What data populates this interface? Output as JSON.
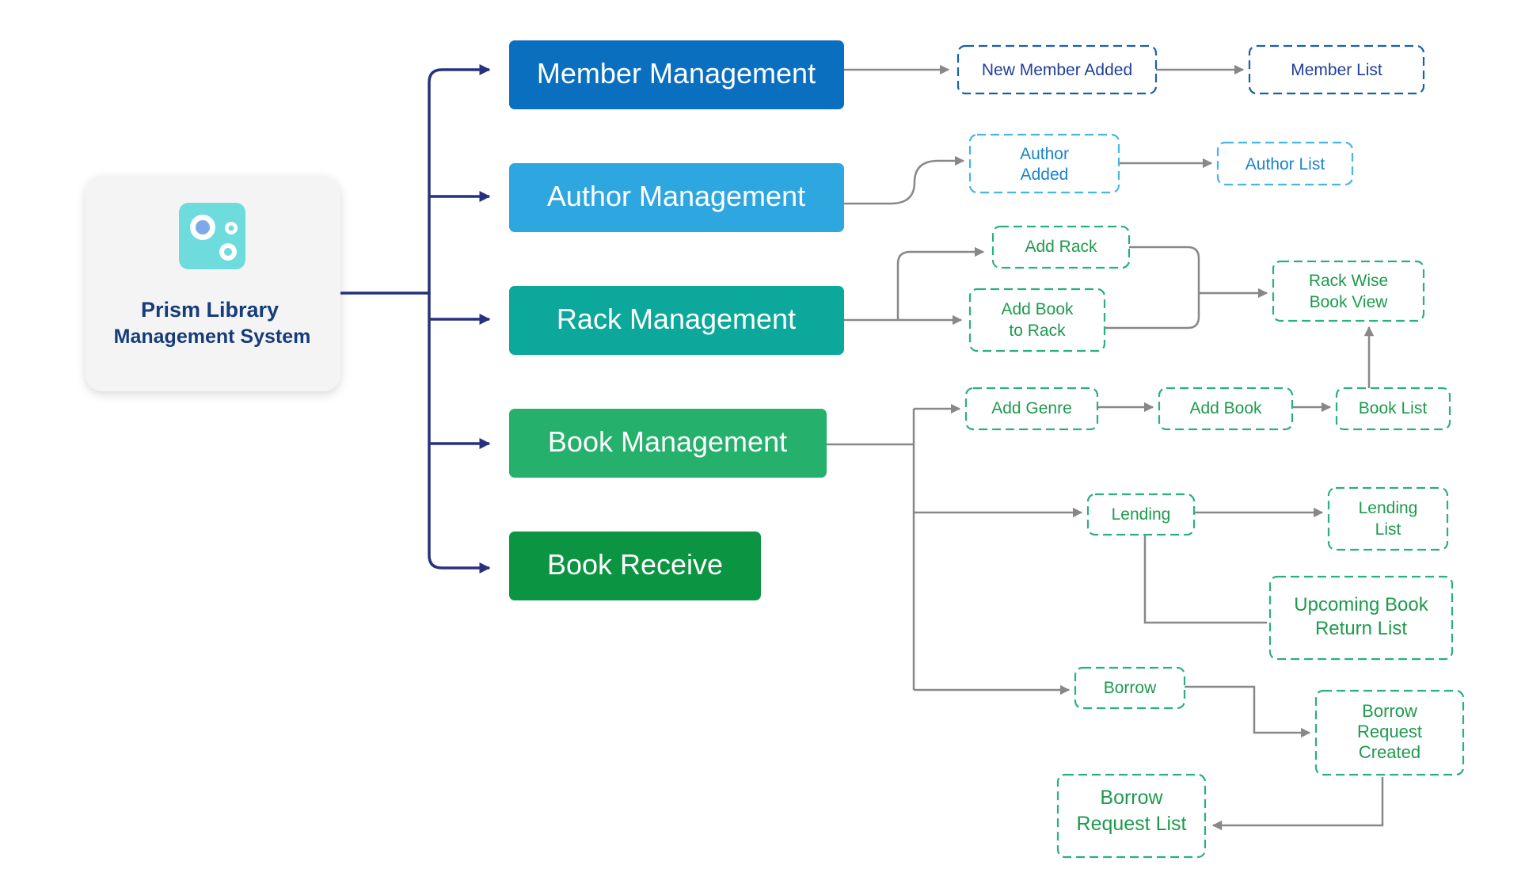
{
  "root": {
    "line1": "Prism Library",
    "line2": "Management System",
    "icon": "gears-icon"
  },
  "modules": [
    {
      "id": "member",
      "label": "Member Management",
      "color": "#0b6fbf"
    },
    {
      "id": "author",
      "label": "Author Management",
      "color": "#2ea7e0"
    },
    {
      "id": "rack",
      "label": "Rack Management",
      "color": "#0ca89c"
    },
    {
      "id": "book",
      "label": "Book Management",
      "color": "#25b06b"
    },
    {
      "id": "receive",
      "label": "Book Receive",
      "color": "#0b9442"
    }
  ],
  "steps": {
    "new_member_added": "New Member Added",
    "member_list": "Member List",
    "author_added": [
      "Author",
      "Added"
    ],
    "author_list": "Author List",
    "add_rack": "Add Rack",
    "add_book_to_rack": [
      "Add Book",
      "to Rack"
    ],
    "rack_wise_book_view": [
      "Rack Wise",
      "Book View"
    ],
    "add_genre": "Add Genre",
    "add_book": "Add Book",
    "book_list": "Book List",
    "lending": "Lending",
    "lending_list": [
      "Lending",
      "List"
    ],
    "upcoming_book_return_list": [
      "Upcoming Book",
      "Return List"
    ],
    "borrow": "Borrow",
    "borrow_request_created": [
      "Borrow",
      "Request",
      "Created"
    ],
    "borrow_request_list": [
      "Borrow",
      "Request List"
    ]
  },
  "colors": {
    "connector": "#27327f",
    "arrow": "#888888",
    "member_text": "#1f3f9a",
    "author_text": "#1b84c9",
    "green_text": "#1e9a4d",
    "root_text": "#173c7a",
    "root_bg": "#f4f4f4"
  }
}
